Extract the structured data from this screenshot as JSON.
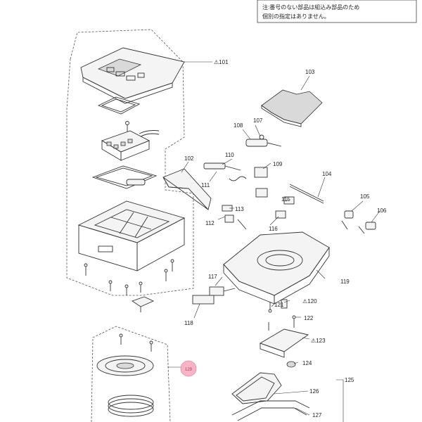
{
  "note": {
    "line1": "注:番号のない部品は組込み部品のため",
    "line2": "個別の指定はありません。"
  },
  "parts": [
    {
      "id": "p101",
      "label": "⚠101"
    },
    {
      "id": "p102",
      "label": "102"
    },
    {
      "id": "p103",
      "label": "103"
    },
    {
      "id": "p104",
      "label": "104"
    },
    {
      "id": "p105",
      "label": "105"
    },
    {
      "id": "p106",
      "label": "106"
    },
    {
      "id": "p107",
      "label": "107"
    },
    {
      "id": "p108",
      "label": "108"
    },
    {
      "id": "p109",
      "label": "109"
    },
    {
      "id": "p110",
      "label": "110"
    },
    {
      "id": "p111",
      "label": "111"
    },
    {
      "id": "p112",
      "label": "112"
    },
    {
      "id": "p113",
      "label": "113"
    },
    {
      "id": "p115",
      "label": "115"
    },
    {
      "id": "p116",
      "label": "116"
    },
    {
      "id": "p117",
      "label": "117"
    },
    {
      "id": "p118",
      "label": "118"
    },
    {
      "id": "p119",
      "label": "119"
    },
    {
      "id": "p120",
      "label": "⚠120"
    },
    {
      "id": "p121",
      "label": "121"
    },
    {
      "id": "p122",
      "label": "122"
    },
    {
      "id": "p123",
      "label": "⚠123"
    },
    {
      "id": "p124",
      "label": "124"
    },
    {
      "id": "p125",
      "label": "125"
    },
    {
      "id": "p126",
      "label": "126"
    },
    {
      "id": "p127",
      "label": "127"
    },
    {
      "id": "p129",
      "label": "129"
    }
  ],
  "colors": {
    "badge_fill": "#f7b4c4",
    "badge_stroke": "#e38ca3",
    "badge_text": "#b0405e"
  }
}
